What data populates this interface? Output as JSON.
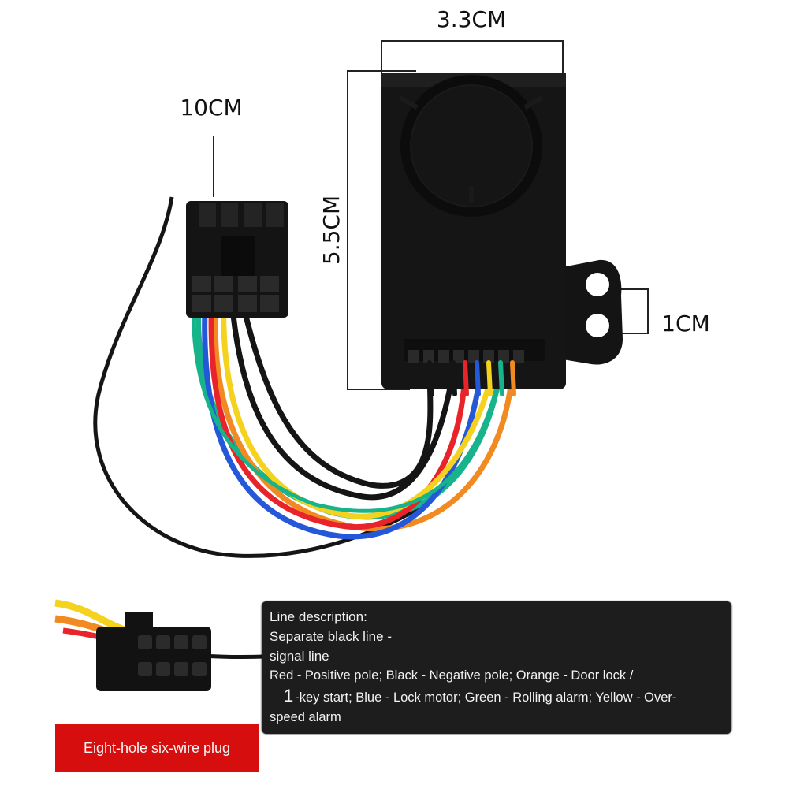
{
  "dimensions": {
    "width_label": "3.3CM",
    "height_label": "5.5CM",
    "cable_label": "10CM",
    "hole_label": "1CM"
  },
  "description": {
    "title": "Line description:",
    "signal_line_1": "Separate black line -",
    "signal_line_2": "signal line",
    "wires_part1": "Red - Positive pole; Black - Negative pole; Orange - Door lock /",
    "wires_number": "1",
    "wires_part2": "-key start; Blue - Lock motor; Green - Rolling alarm; Yellow - Over-speed alarm"
  },
  "plug_label": "Eight-hole six-wire plug",
  "colors": {
    "red": "#e8242a",
    "black": "#151515",
    "orange": "#f28a22",
    "blue": "#2558d8",
    "green": "#17b48c",
    "yellow": "#f5d21e",
    "label_bg": "#d60e0e",
    "panel_bg": "#1d1d1d"
  }
}
